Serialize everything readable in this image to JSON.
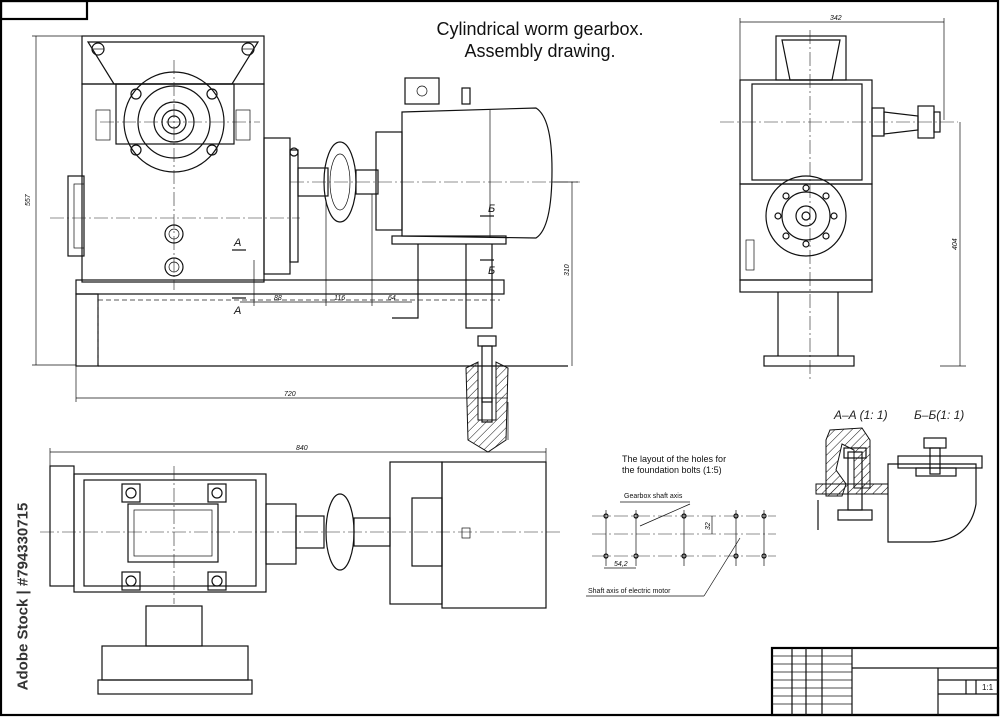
{
  "title": {
    "line1": "Cylindrical worm gearbox.",
    "line2": "Assembly drawing."
  },
  "sections": {
    "aa": "A–A (1: 1)",
    "bb": "Б–Б(1: 1)"
  },
  "holes_note": {
    "line1": "The layout of the holes for",
    "line2": "the foundation bolts (1:5)",
    "gearbox_axis": "Gearbox shaft axis",
    "motor_axis": "Shaft axis of electric motor",
    "dim_spacing": "54,2",
    "dim_height": "32"
  },
  "dimensions": {
    "front_height": "557",
    "d88": "88",
    "d116": "116",
    "d64": "64",
    "d310": "310",
    "d720": "720",
    "d840": "840",
    "side_width": "342",
    "side_height": "404"
  },
  "markers": {
    "a_upper": "A",
    "a_lower": "A",
    "b_upper": "Б",
    "b_lower": "Б"
  },
  "title_block": {
    "scale": "1:1"
  },
  "watermark": {
    "stock_id": "Adobe Stock | #794330715"
  }
}
